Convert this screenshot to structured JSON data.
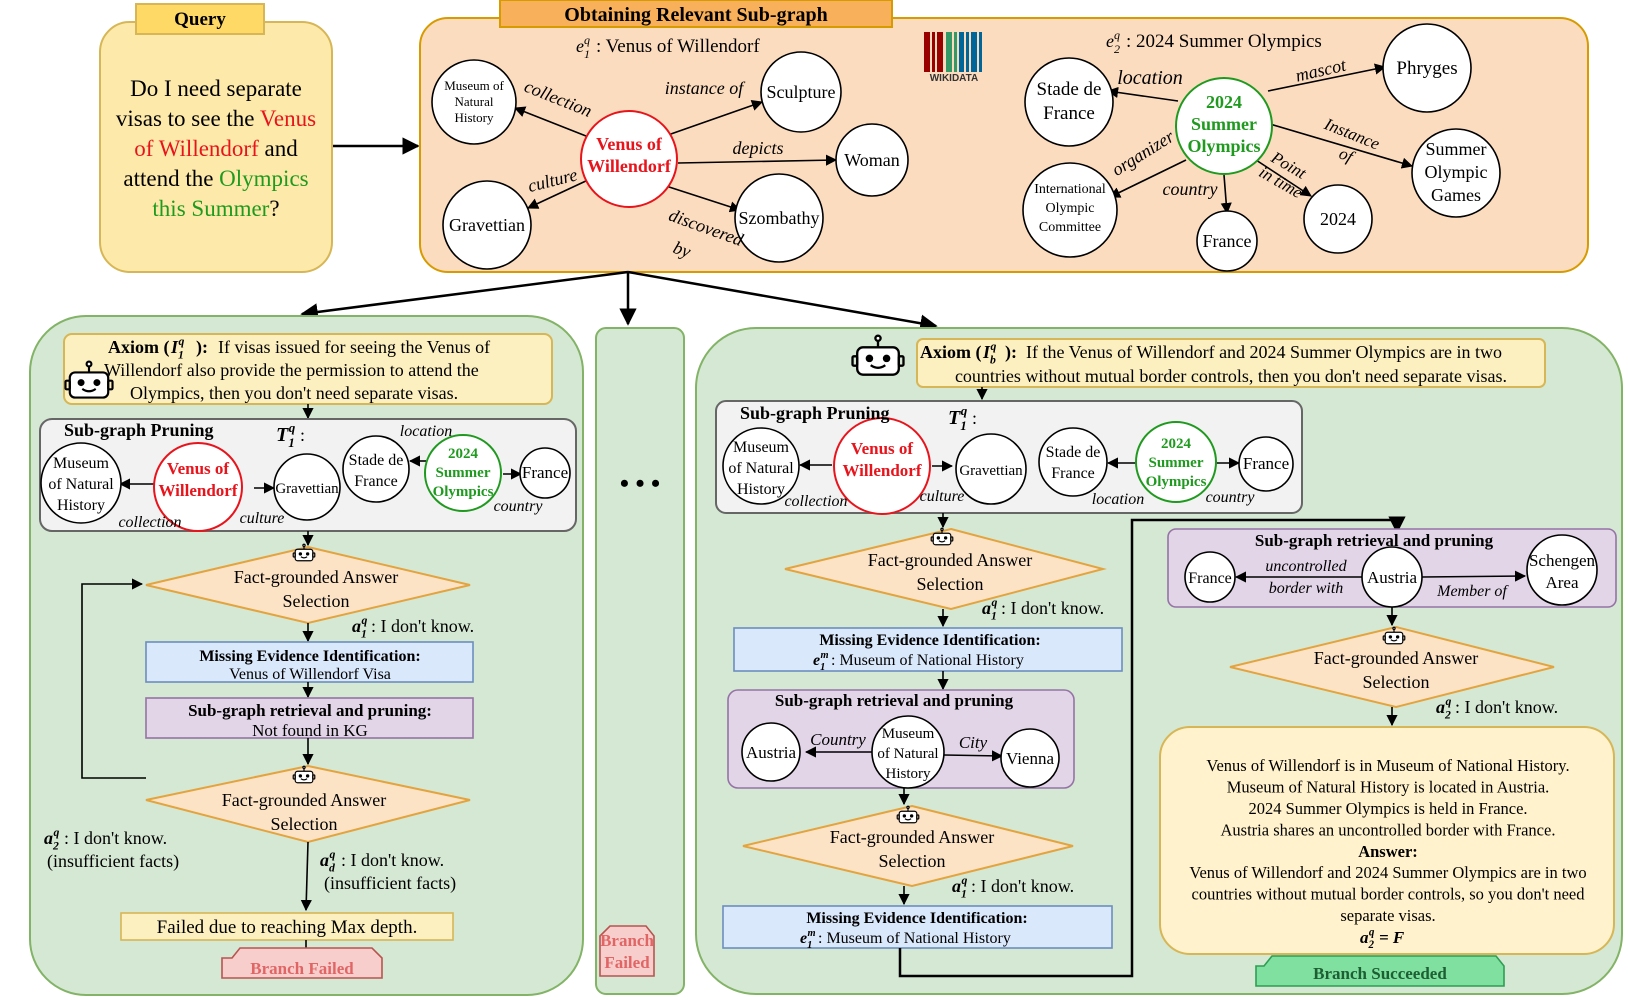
{
  "query": {
    "tab": "Query",
    "lines": [
      [
        {
          "t": "Do I need separate",
          "c": "#000"
        }
      ],
      [
        {
          "t": "visas to see the ",
          "c": "#000"
        },
        {
          "t": "Venus",
          "c": "#e8141c"
        }
      ],
      [
        {
          "t": "of Willendorf",
          "c": "#e8141c"
        },
        {
          "t": " and",
          "c": "#000"
        }
      ],
      [
        {
          "t": "attend the ",
          "c": "#000"
        },
        {
          "t": "Olympics",
          "c": "#1f9a1f"
        }
      ],
      [
        {
          "t": "this Summer",
          "c": "#1f9a1f"
        },
        {
          "t": "?",
          "c": "#000"
        }
      ]
    ]
  },
  "top": {
    "title": "Obtaining Relevant Sub-graph",
    "e1_label": ": Venus of Willendorf",
    "e2_label": ": 2024 Summer Olympics",
    "wikidata": "WIKIDATA",
    "g1": {
      "center": [
        "Venus of",
        "Willendorf"
      ],
      "museum": [
        "Museum of",
        "Natural",
        "History"
      ],
      "sculpture": "Sculpture",
      "woman": "Woman",
      "gravettian": "Gravettian",
      "szombathy": "Szombathy",
      "e_collection": "collection",
      "e_instance": "instance of",
      "e_depicts": "depicts",
      "e_culture": "culture",
      "e_discovered": [
        "discovered",
        "by"
      ]
    },
    "g2": {
      "center": [
        "2024",
        "Summer",
        "Olympics"
      ],
      "stade": [
        "Stade de",
        "France"
      ],
      "phryges": "Phryges",
      "ioc": [
        "International",
        "Olympic",
        "Committee"
      ],
      "france": "France",
      "y2024": "2024",
      "games": [
        "Summer",
        "Olympic",
        "Games"
      ],
      "e_location": "location",
      "e_mascot": "mascot",
      "e_organizer": "organizer",
      "e_country": "country",
      "e_point": [
        "Point",
        "in time"
      ],
      "e_instance": [
        "Instance",
        "of"
      ]
    }
  },
  "left": {
    "axiom_bold": "Axiom (",
    "axiom_text": [
      "If visas issued for seeing the Venus of",
      "Willendorf also provide the permission to attend the",
      "Olympics, then you don't need separate visas."
    ],
    "pruning_title": "Sub-graph Pruning",
    "tau": ":",
    "graph": {
      "museum": [
        "Museum",
        "of Natural",
        "History"
      ],
      "venus": [
        "Venus of",
        "Willendorf"
      ],
      "gravettian": "Gravettian",
      "stade": [
        "Stade de",
        "France"
      ],
      "olympics": [
        "2024",
        "Summer",
        "Olympics"
      ],
      "france": "France",
      "e_location": "location",
      "e_collection": "collection",
      "e_culture": "culture",
      "e_country": "country"
    },
    "fact1": [
      "Fact-grounded Answer",
      "Selection"
    ],
    "a1": ": I don't know.",
    "missing_title": "Missing Evidence Identification:",
    "missing_value": "Venus of Willendorf Visa",
    "retrieval_title": "Sub-graph retrieval and pruning:",
    "retrieval_value": "Not found in KG",
    "fact2": [
      "Fact-grounded Answer",
      "Selection"
    ],
    "a2": [
      ": I don't know.",
      "(insufficient facts)"
    ],
    "ad": [
      ": I don't know.",
      "(insufficient facts)"
    ],
    "failed_box": "Failed due to reaching Max depth.",
    "status": "Branch Failed"
  },
  "middle": {
    "dots": "• • •",
    "status": [
      "Branch",
      "Failed"
    ]
  },
  "right": {
    "axiom_bold": "Axiom (",
    "axiom_text": [
      "If the Venus of Willendorf and 2024 Summer Olympics are in two",
      "countries without mutual border controls, then you don't need separate visas."
    ],
    "pruning_title": "Sub-graph Pruning",
    "tau": ":",
    "graph": {
      "museum": [
        "Museum",
        "of Natural",
        "History"
      ],
      "venus": [
        "Venus of",
        "Willendorf"
      ],
      "gravettian": "Gravettian",
      "stade": [
        "Stade de",
        "France"
      ],
      "olympics": [
        "2024",
        "Summer",
        "Olympics"
      ],
      "france": "France",
      "e_collection": "collection",
      "e_culture": "culture",
      "e_location": "location",
      "e_country": "country"
    },
    "fact1": [
      "Fact-grounded Answer",
      "Selection"
    ],
    "a1": ": I don't know.",
    "missing1_title": "Missing Evidence Identification:",
    "missing1_value": ": Museum of National History",
    "retr1_title": "Sub-graph retrieval and pruning",
    "retr1": {
      "austria": "Austria",
      "museum": [
        "Museum",
        "of Natural",
        "History"
      ],
      "vienna": "Vienna",
      "e_country": "Country",
      "e_city": "City"
    },
    "fact2": [
      "Fact-grounded Answer",
      "Selection"
    ],
    "a1b": ": I don't know.",
    "missing2_title": "Missing Evidence Identification:",
    "missing2_value": ": Museum of National History",
    "retr2_title": "Sub-graph retrieval and pruning",
    "retr2": {
      "france": "France",
      "austria": "Austria",
      "schengen": [
        "Schengen",
        "Area"
      ],
      "e_border": [
        "uncontrolled",
        "border with"
      ],
      "e_member": "Member of"
    },
    "fact3": [
      "Fact-grounded Answer",
      "Selection"
    ],
    "a2": ": I don't know.",
    "answer_lines": [
      "Venus of Willendorf is in Museum of National History.",
      "Museum of Natural History is located in Austria.",
      "2024 Summer Olympics is held in France.",
      "Austria shares an uncontrolled border with France."
    ],
    "answer_title": "Answer:",
    "answer_text": [
      "Venus of Willendorf and 2024 Summer Olympics are in two",
      "countries without mutual border controls, so you don't need",
      "separate visas."
    ],
    "final": "= F",
    "status": "Branch Succeeded"
  },
  "colors": {
    "query_bg": "#fde9a9",
    "tab_yellow": "#ffd966",
    "top_bg": "#fcdcbf",
    "top_tab": "#f9b05a",
    "panel_green": "#d5e8d4",
    "pruning_bg": "#f2f2f2",
    "diamond": "#fde3c6",
    "diamond_border": "#e3a440",
    "missing_bg": "#dae8fc",
    "retr_bg": "#e1d5e7",
    "answer_bg": "#fff2cc",
    "failed_tab": "#f8cecc",
    "succeeded_tab": "#7fe0a0",
    "red": "#e8141c",
    "green": "#1f9a1f"
  }
}
